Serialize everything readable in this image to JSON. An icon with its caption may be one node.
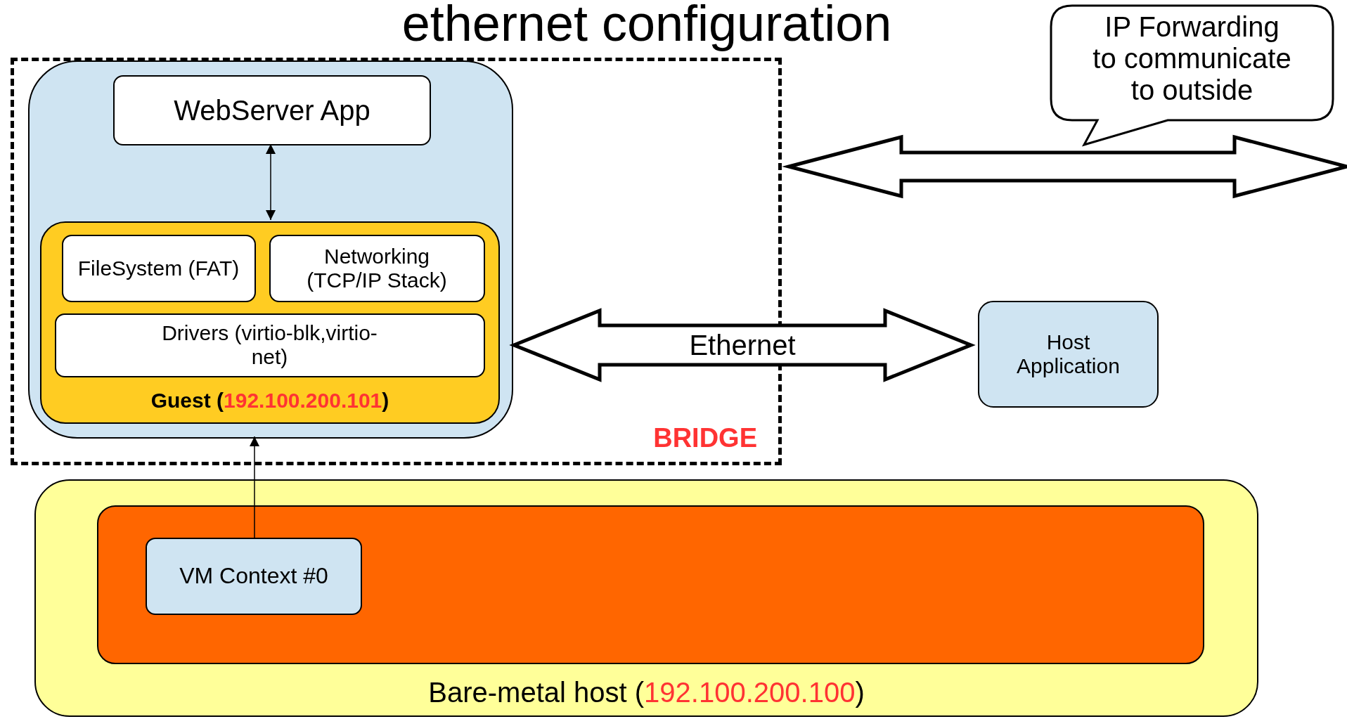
{
  "diagram": {
    "title": "ethernet configuration",
    "nodes": [
      {
        "text": [
          "BRIDGE"
        ]
      },
      {
        "text": [],
        "shape": "box",
        "in": 0
      },
      {
        "text": [
          "WebServer App"
        ],
        "in": 1
      },
      {
        "text": [
          "Guest (192.100.200.101)"
        ],
        "in": 1
      },
      {
        "text": [
          "FileSystem (FAT)"
        ],
        "in": 3
      },
      {
        "text": [
          "Networking (TCP/IP Stack)"
        ],
        "in": 3
      },
      {
        "text": [
          "Drivers (virtio-blk,virtio-net)"
        ],
        "in": 3
      },
      {
        "text": [
          "Host Application"
        ]
      },
      {
        "text": [
          "IP Forwarding to communicate to outside"
        ]
      },
      {
        "text": [
          "Bare-metal host (192.100.200.100)"
        ]
      },
      {
        "text": [],
        "shape": "box",
        "in": 9
      },
      {
        "text": [
          "VM Context #0"
        ],
        "in": 10
      }
    ],
    "edges": [
      {
        "from": 2,
        "to": 3,
        "arrow": "both"
      },
      {
        "from": 11,
        "to": 1,
        "arrow": "to"
      },
      {
        "from": 1,
        "to": 7,
        "arrow": "both",
        "label": "Ethernet",
        "style": "thick"
      },
      {
        "from": 0,
        "to": null,
        "arrow": "both",
        "style": "thick"
      }
    ]
  }
}
